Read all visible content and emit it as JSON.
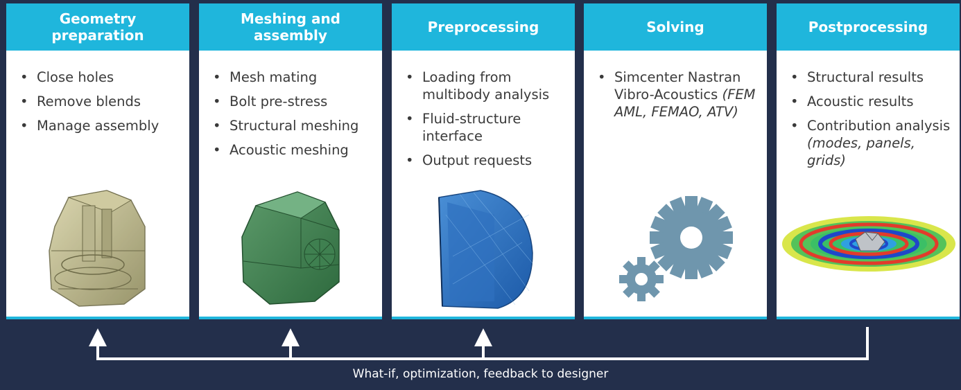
{
  "stages": [
    {
      "title": "Geometry\npreparation",
      "items": [
        {
          "text": "Close holes"
        },
        {
          "text": "Remove blends"
        },
        {
          "text": "Manage assembly"
        }
      ],
      "image": "translucent-housing-model"
    },
    {
      "title": "Meshing and\nassembly",
      "items": [
        {
          "text": "Mesh mating"
        },
        {
          "text": "Bolt pre-stress"
        },
        {
          "text": "Structural meshing"
        },
        {
          "text": "Acoustic meshing"
        }
      ],
      "image": "green-meshed-housing-model"
    },
    {
      "title": "Preprocessing",
      "items": [
        {
          "text": "Loading from multibody analysis"
        },
        {
          "text": "Fluid-structure interface"
        },
        {
          "text": "Output requests"
        }
      ],
      "image": "blue-acoustic-mesh-dome"
    },
    {
      "title": "Solving",
      "items": [
        {
          "text": "Simcenter Nastran Vibro-Acoustics",
          "italic": "(FEM AML, FEMAO, ATV)"
        }
      ],
      "image": "gears-icon"
    },
    {
      "title": "Postprocessing",
      "items": [
        {
          "text": "Structural results"
        },
        {
          "text": "Acoustic results"
        },
        {
          "text": "Contribution analysis",
          "italic": "(modes, panels, grids)"
        }
      ],
      "image": "acoustic-field-contour-plot"
    }
  ],
  "feedback": {
    "label": "What-if, optimization, feedback to designer"
  },
  "colors": {
    "background": "#232f4b",
    "accent": "#1fb6dc",
    "gear": "#6f96ad"
  }
}
